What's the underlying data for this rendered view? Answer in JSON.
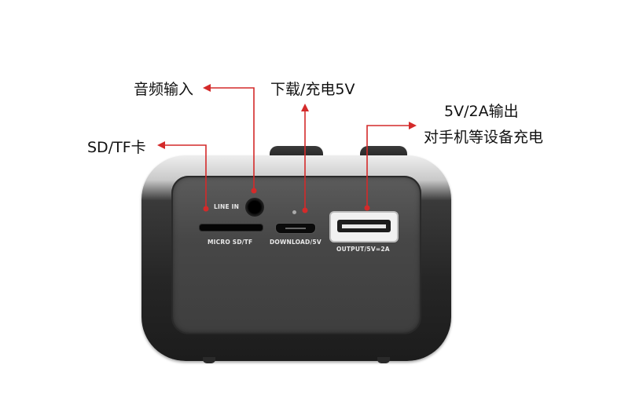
{
  "callouts": {
    "audio_input": "音频输入",
    "download_charge": "下载/充电5V",
    "output_line1": "5V/2A输出",
    "output_line2": "对手机等设备充电",
    "sd_tf": "SD/TF卡"
  },
  "ports": {
    "line_in": "LINE IN",
    "micro_sd": "MICRO SD/TF",
    "download": "DOWNLOAD/5V",
    "output": "OUTPUT/5V=2A"
  },
  "colors": {
    "callout_line": "#d42a2a",
    "device_body": "#262626",
    "panel": "#474747",
    "label_text": "#e8e8e8"
  }
}
